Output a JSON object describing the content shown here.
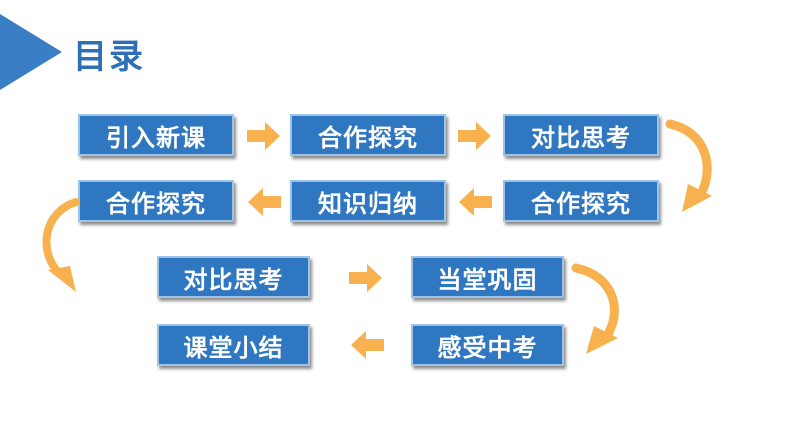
{
  "header": {
    "title": "目录"
  },
  "flow": {
    "row1": [
      "引入新课",
      "合作探究",
      "对比思考"
    ],
    "row2": [
      "合作探究",
      "知识归纳",
      "合作探究"
    ],
    "row3": [
      "对比思考",
      "当堂巩固"
    ],
    "row4": [
      "课堂小结",
      "感受中考"
    ]
  },
  "colors": {
    "box_fill": "#2f77c0",
    "arrow_fill": "#f7b14e",
    "accent": "#3a7fc6"
  }
}
